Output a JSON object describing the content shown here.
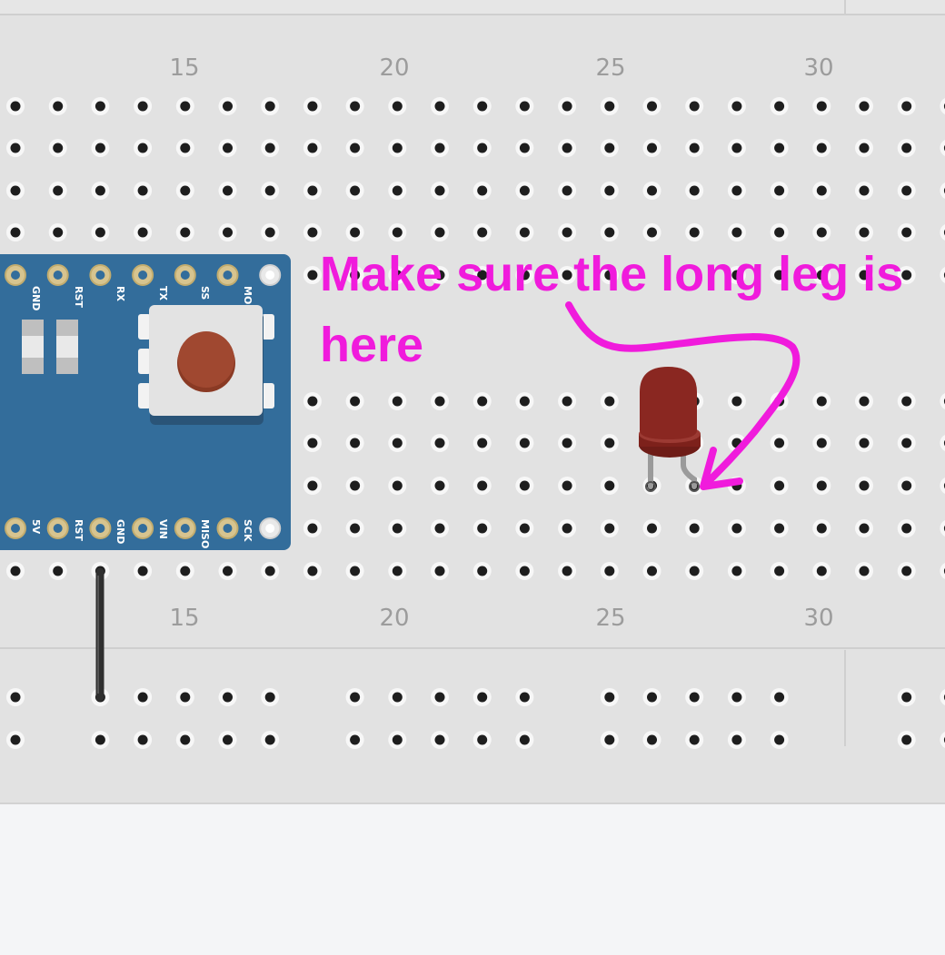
{
  "breadboard": {
    "col_labels_top": [
      "15",
      "20",
      "25",
      "30"
    ],
    "col_labels_bottom": [
      "15",
      "20",
      "25",
      "30"
    ]
  },
  "board": {
    "pins_top": [
      "GND",
      "RST",
      "RX",
      "TX",
      "SS",
      "MOSI"
    ],
    "pins_bottom": [
      "5V",
      "RST",
      "GND",
      "VIN",
      "MISO",
      "SCK"
    ]
  },
  "annotation": {
    "line1": "Make sure the long leg is",
    "line2": "here",
    "color": "#f01bdc"
  },
  "colors": {
    "breadboard": "#e2e2e2",
    "board": "#336d9b",
    "led": "#8a2721",
    "button": "#a04830"
  }
}
